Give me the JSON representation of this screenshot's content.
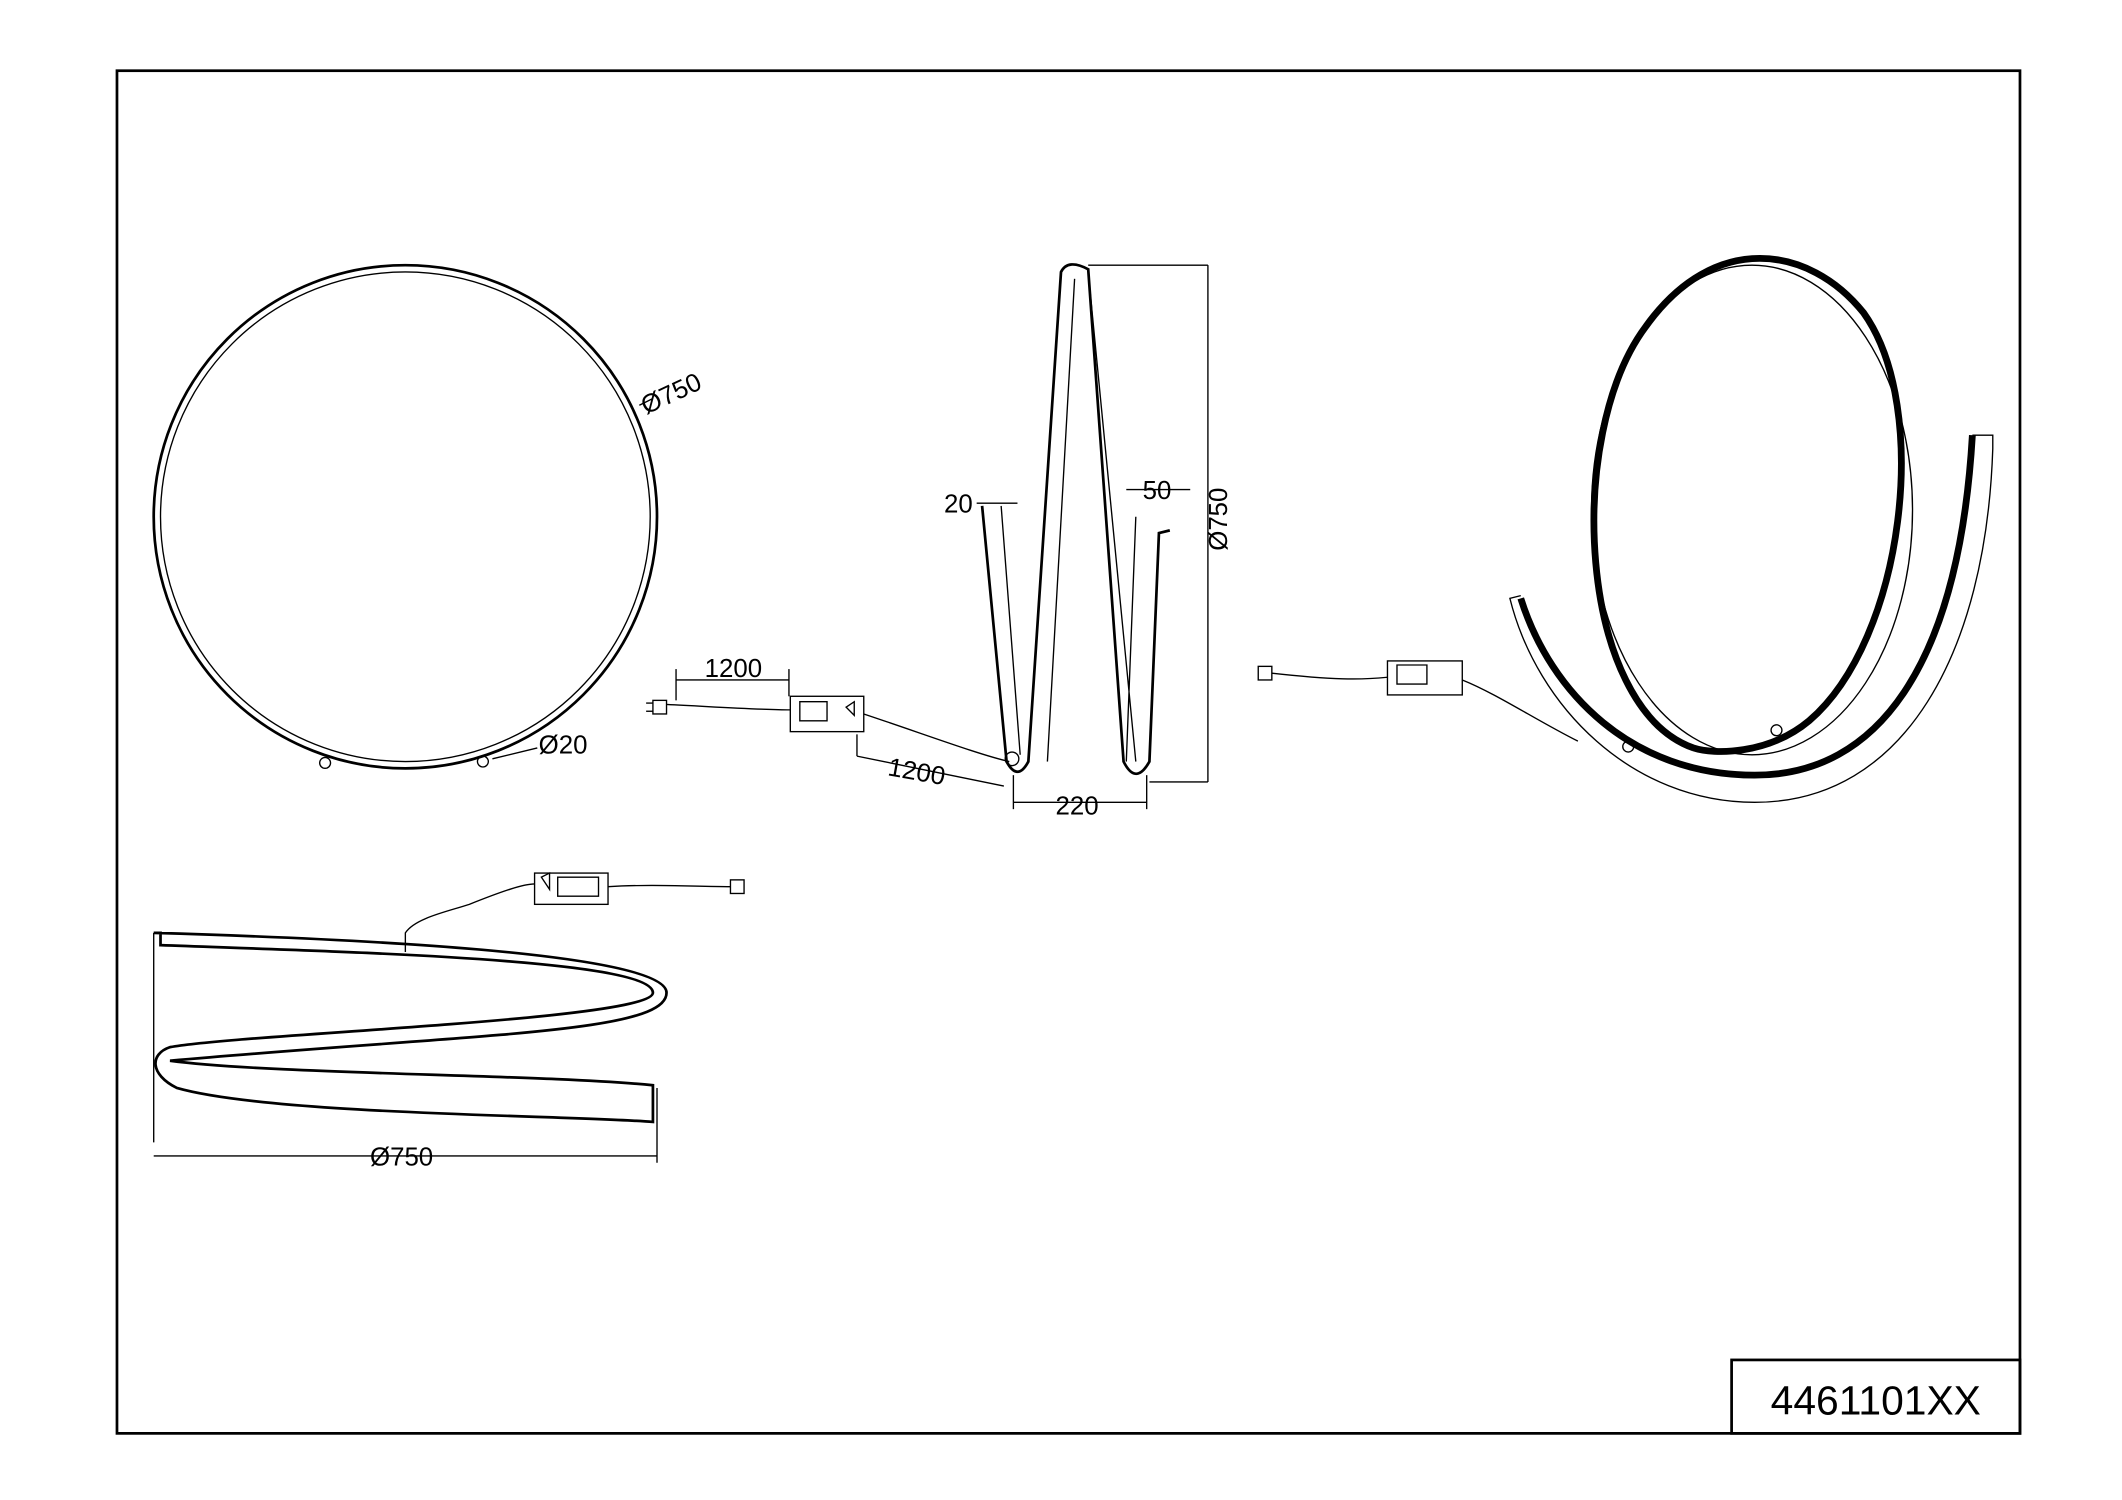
{
  "drawing": {
    "part_number": "4461101XX",
    "front_view": {
      "diameter_label": "Ø750",
      "foot_diameter_label": "Ø20"
    },
    "side_view": {
      "height_label": "Ø750",
      "strip_thickness_label": "20",
      "strip_width_label": "50",
      "base_width_label": "220",
      "cable_to_plug_label": "1200",
      "cable_to_lamp_label": "1200"
    },
    "top_view": {
      "diameter_label": "Ø750"
    },
    "colors": {
      "line": "#000000",
      "background": "#ffffff"
    }
  }
}
